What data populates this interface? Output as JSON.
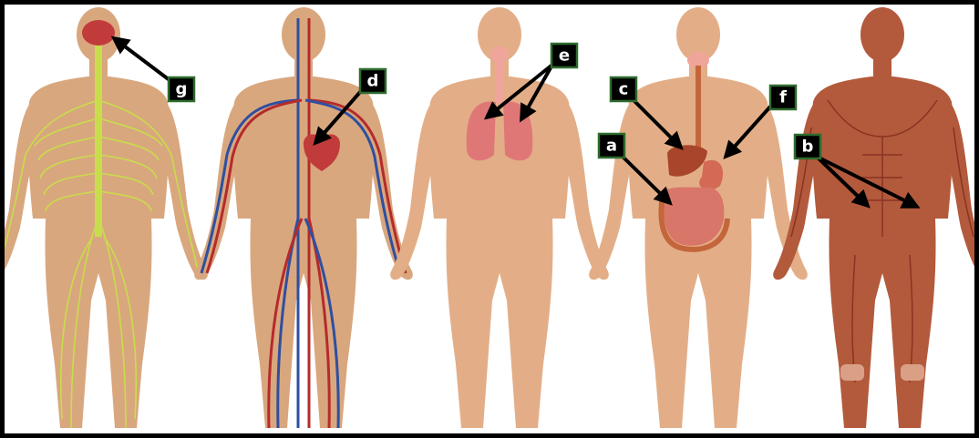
{
  "figures": [
    {
      "id": "nervous",
      "system_icon": "nervous-system-figure",
      "skin": "#d9a77e",
      "accent": "#c8dd4b"
    },
    {
      "id": "circulatory",
      "system_icon": "circulatory-system-figure",
      "skin": "#d9a77e",
      "accent": "#2f4fa0"
    },
    {
      "id": "respiratory",
      "system_icon": "respiratory-system-figure",
      "skin": "#e3ae87",
      "accent": "#e07777"
    },
    {
      "id": "digestive",
      "system_icon": "digestive-system-figure",
      "skin": "#e3ae87",
      "accent": "#c4663b"
    },
    {
      "id": "muscular",
      "system_icon": "muscular-system-figure",
      "skin": "#b35a3c",
      "accent": "#8a3322"
    }
  ],
  "labels": {
    "a": "a",
    "b": "b",
    "c": "c",
    "d": "d",
    "e": "e",
    "f": "f",
    "g": "g"
  },
  "colors": {
    "border": "#000000",
    "label_box": "#000000",
    "label_outline": "#2e6b2e",
    "label_text": "#ffffff",
    "vein_blue": "#2f4fa0",
    "artery_red": "#b52b2b"
  }
}
